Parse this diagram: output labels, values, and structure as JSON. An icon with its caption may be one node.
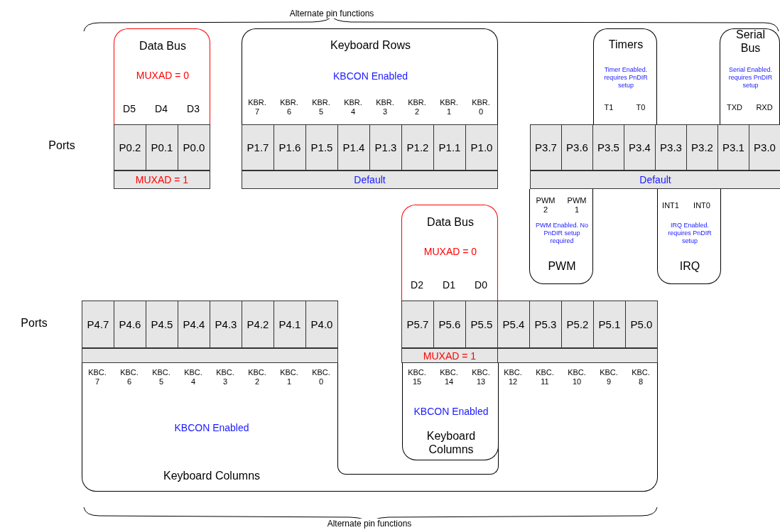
{
  "diagram": {
    "nodes": [
      {
        "text": [
          "Data Bus",
          "MUXAD = 0"
        ]
      },
      {
        "text": [
          "Keyboard Rows",
          "KBCON Enabled"
        ]
      },
      {
        "text": [
          "Timers",
          "Timer Enabled. requires PnDIR setup"
        ]
      },
      {
        "text": [
          "Serial Bus",
          "Serial Enabled. requires PnDIR setup"
        ]
      },
      {
        "text": [
          "PWM Enabled. No PnDIR setup required",
          "PWM"
        ]
      },
      {
        "text": [
          "IRQ Enabled. requires PnDIR setup",
          "IRQ"
        ]
      },
      {
        "text": [
          "P0.2"
        ]
      },
      {
        "text": [
          "P0.1"
        ]
      },
      {
        "text": [
          "P0.0"
        ]
      },
      {
        "text": [
          "MUXAD = 1"
        ]
      },
      {
        "text": [
          "P1.7"
        ]
      },
      {
        "text": [
          "P1.6"
        ]
      },
      {
        "text": [
          "P1.5"
        ]
      },
      {
        "text": [
          "P1.4"
        ]
      },
      {
        "text": [
          "P1.3"
        ]
      },
      {
        "text": [
          "P1.2"
        ]
      },
      {
        "text": [
          "P1.1"
        ]
      },
      {
        "text": [
          "P1.0"
        ]
      },
      {
        "text": [
          "Default"
        ]
      },
      {
        "text": [
          "P3.7"
        ]
      },
      {
        "text": [
          "P3.6"
        ]
      },
      {
        "text": [
          "P3.5"
        ]
      },
      {
        "text": [
          "P3.4"
        ]
      },
      {
        "text": [
          "P3.3"
        ]
      },
      {
        "text": [
          "P3.2"
        ]
      },
      {
        "text": [
          "P3.1"
        ]
      },
      {
        "text": [
          "P3.0"
        ]
      },
      {
        "text": [
          "Default"
        ]
      },
      {
        "text": [
          "Data Bus",
          "MUXAD = 0"
        ]
      },
      {
        "text": [
          "KBCON Enabled",
          "Keyboard Columns"
        ],
        "in": 30
      },
      {
        "text": [
          "KBCON Enabled",
          "Keyboard Columns"
        ]
      },
      {
        "text": [
          "P4.7"
        ]
      },
      {
        "text": [
          "P4.6"
        ]
      },
      {
        "text": [
          "P4.5"
        ]
      },
      {
        "text": [
          "P4.4"
        ]
      },
      {
        "text": [
          "P4.3"
        ]
      },
      {
        "text": [
          "P4.2"
        ]
      },
      {
        "text": [
          "P4.1"
        ]
      },
      {
        "text": [
          "P4.0"
        ]
      },
      {
        "text": [],
        "shape": "bar"
      },
      {
        "text": [
          "P5.7"
        ]
      },
      {
        "text": [
          "P5.6"
        ]
      },
      {
        "text": [
          "P5.5"
        ]
      },
      {
        "text": [
          "P5.4"
        ]
      },
      {
        "text": [
          "P5.3"
        ]
      },
      {
        "text": [
          "P5.2"
        ]
      },
      {
        "text": [
          "P5.1"
        ]
      },
      {
        "text": [
          "P5.0"
        ]
      },
      {
        "text": [
          "MUXAD = 1"
        ]
      },
      {
        "text": [],
        "shape": "bar"
      }
    ],
    "labels": [
      "Alternate pin functions",
      "D5",
      "D4",
      "D3",
      "KBR. 7",
      "KBR. 6",
      "KBR. 5",
      "KBR. 4",
      "KBR. 3",
      "KBR. 2",
      "KBR. 1",
      "KBR. 0",
      "T1",
      "T0",
      "TXD",
      "RXD",
      "Ports",
      "PWM 2",
      "PWM 1",
      "INT1",
      "INT0",
      "D2",
      "D1",
      "D0",
      "Ports",
      "KBC. 7",
      "KBC. 6",
      "KBC. 5",
      "KBC. 4",
      "KBC. 3",
      "KBC. 2",
      "KBC. 1",
      "KBC. 0",
      "KBC. 15",
      "KBC. 14",
      "KBC. 13",
      "KBC. 12",
      "KBC. 11",
      "KBC. 10",
      "KBC. 9",
      "KBC. 8",
      "Alternate pin functions"
    ]
  }
}
